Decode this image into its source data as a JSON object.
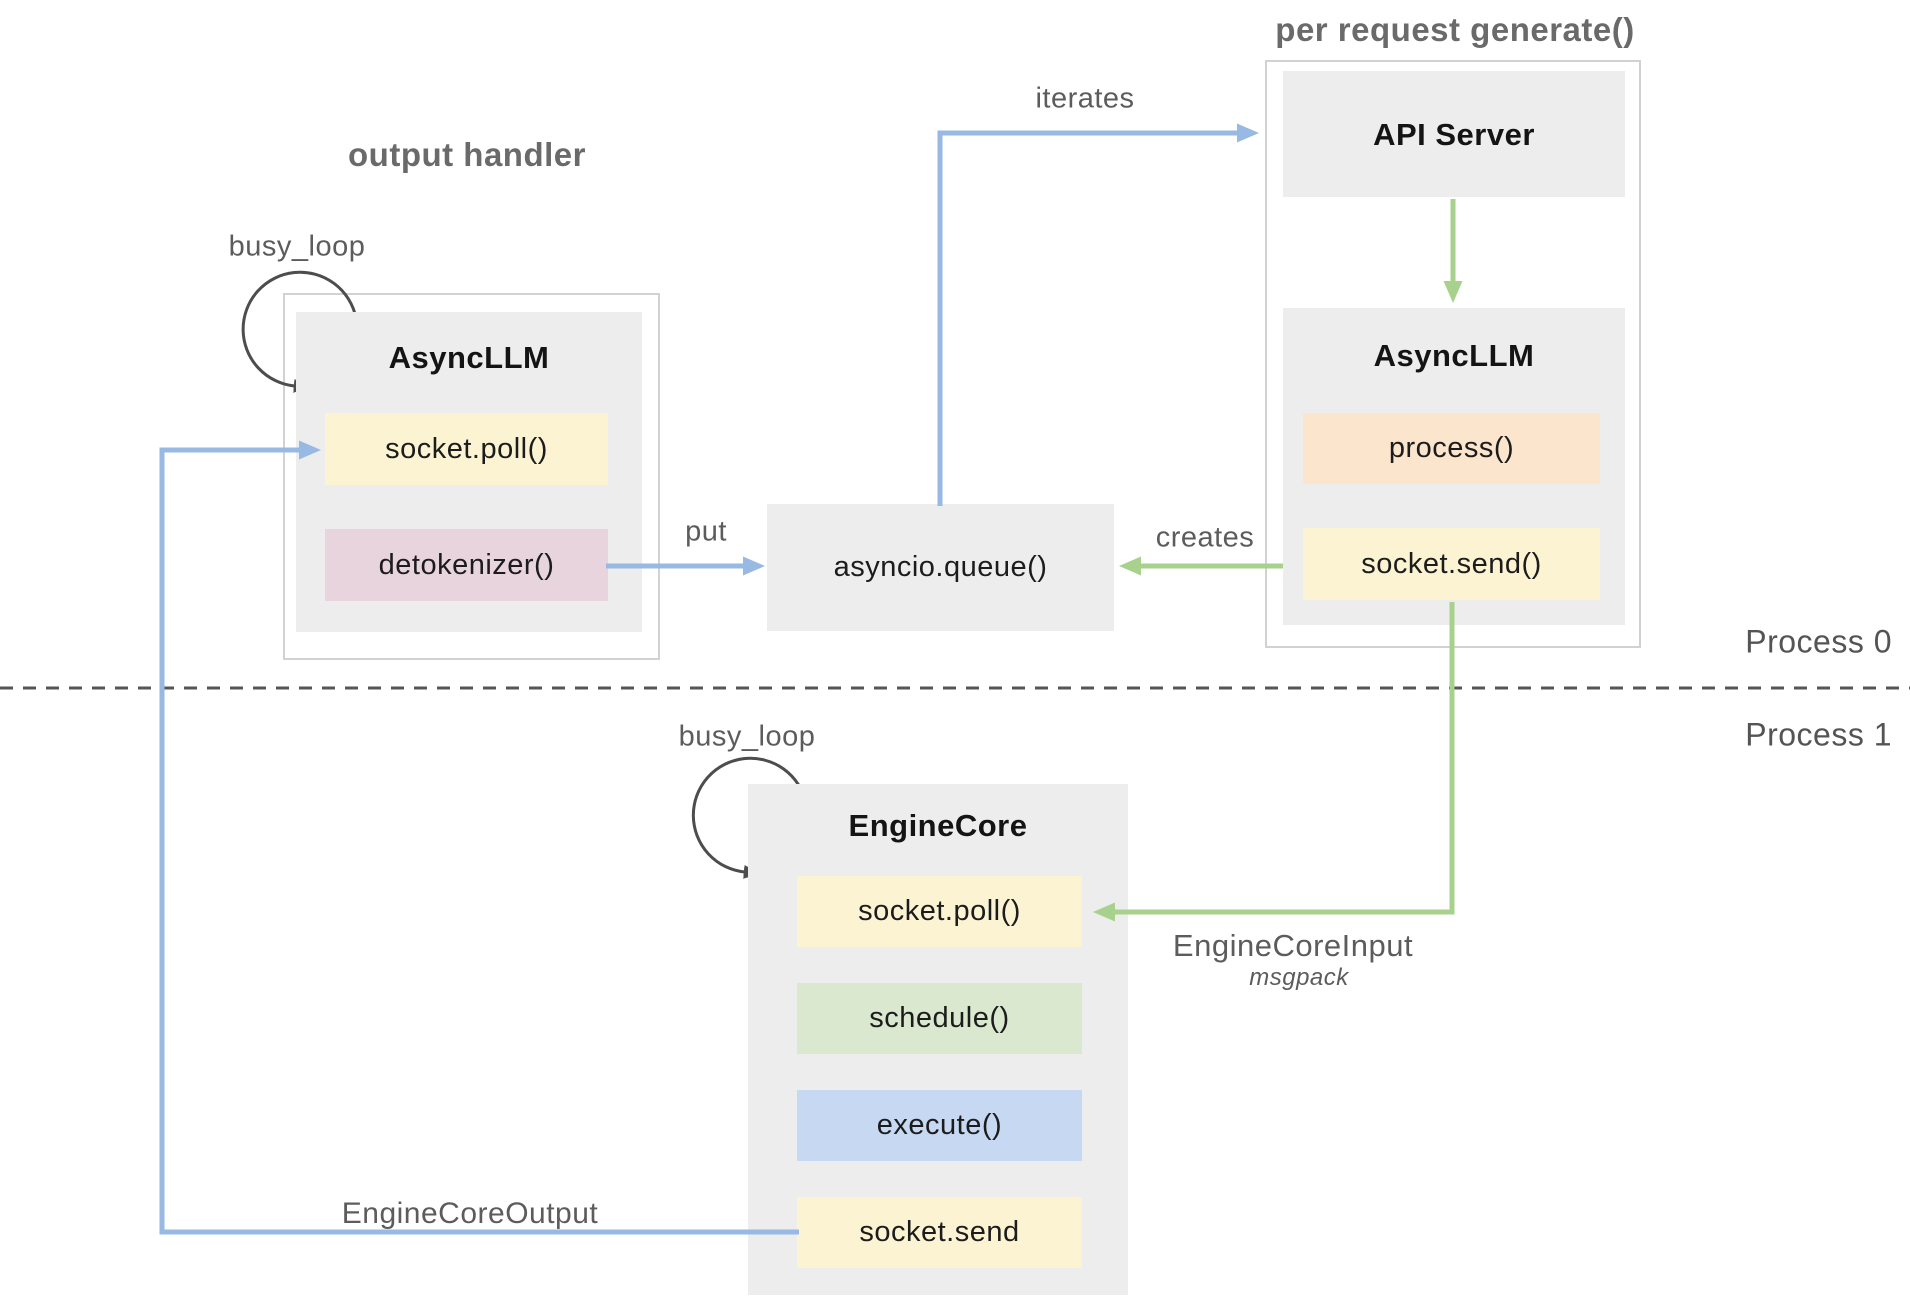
{
  "titles": {
    "output_handler": "output handler",
    "per_request_generate": "per request generate()"
  },
  "process_labels": {
    "process0": "Process 0",
    "process1": "Process 1"
  },
  "arrow_labels": {
    "busy_loop_top": "busy_loop",
    "busy_loop_bottom": "busy_loop",
    "put": "put",
    "creates": "creates",
    "iterates": "iterates",
    "engine_core_input": "EngineCoreInput",
    "engine_core_input_format": "msgpack",
    "engine_core_output": "EngineCoreOutput"
  },
  "nodes": {
    "output_handler_asyncllm": {
      "title": "AsyncLLM",
      "methods": [
        {
          "label": "socket.poll()",
          "color": "#fbf3d2"
        },
        {
          "label": "detokenizer()",
          "color": "#e8d4dd"
        }
      ]
    },
    "asyncio_queue": {
      "label": "asyncio.queue()"
    },
    "api_server": {
      "title": "API Server"
    },
    "request_asyncllm": {
      "title": "AsyncLLM",
      "methods": [
        {
          "label": "process()",
          "color": "#fbe5cd"
        },
        {
          "label": "socket.send()",
          "color": "#fbf3d2"
        }
      ]
    },
    "engine_core": {
      "title": "EngineCore",
      "methods": [
        {
          "label": "socket.poll()",
          "color": "#fbf3d2"
        },
        {
          "label": "schedule()",
          "color": "#d9e8cf"
        },
        {
          "label": "execute()",
          "color": "#c6d8f2"
        },
        {
          "label": "socket.send",
          "color": "#fbf3d2"
        }
      ]
    }
  },
  "colors": {
    "arrow_blue": "#97b9e3",
    "arrow_green": "#a9d18e",
    "loop_arrow_dark": "#4d4d4d",
    "divider_dash": "#555555",
    "box_gray_fill": "#ededed",
    "container_border": "#d2d2d2",
    "label_gray": "#5c5c5c",
    "yellow_fill": "#fbf3d2",
    "pink_fill": "#e8d4dd",
    "peach_fill": "#fbe5cd",
    "green_fill": "#d9e8cf",
    "blue_fill": "#c6d8f2"
  }
}
